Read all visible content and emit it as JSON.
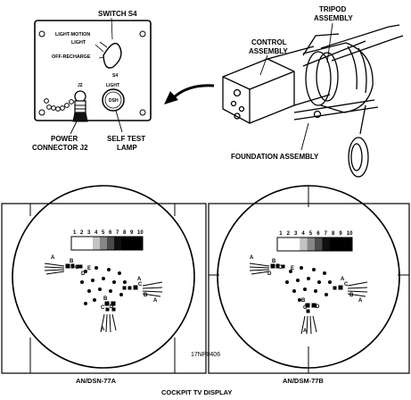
{
  "labels": {
    "switch": "SWITCH S4",
    "light_motion": "LIGHT-MOTION",
    "light": "LIGHT",
    "off_recharge": "OFF-RECHARGE",
    "s4": "S4",
    "j2": "J2",
    "light_dsh": "LIGHT",
    "dsh": "DSH",
    "power_connector_1": "POWER",
    "power_connector_2": "CONNECTOR J2",
    "self_test_1": "SELF TEST",
    "self_test_2": "LAMP",
    "tripod_1": "TRIPOD",
    "tripod_2": "ASSEMBLY",
    "control_1": "CONTROL",
    "control_2": "ASSEMBLY",
    "foundation": "FOUNDATION ASSEMBLY",
    "figure_id": "17NP0406",
    "model_a": "AN/DSN-77A",
    "model_b": "AN/DSM-77B",
    "caption": "COCKPIT TV DISPLAY"
  },
  "scale_numbers": [
    "1",
    "2",
    "3",
    "4",
    "5",
    "6",
    "7",
    "8",
    "9",
    "10"
  ],
  "letters_a": [
    "A",
    "B",
    "C",
    "D",
    "E",
    "A",
    "C",
    "B",
    "A",
    "B",
    "C",
    "D",
    "A"
  ],
  "letters_b": [
    "A",
    "B",
    "C",
    "D",
    "E",
    "A",
    "C",
    "B",
    "A",
    "B",
    "C",
    "D",
    "A"
  ]
}
